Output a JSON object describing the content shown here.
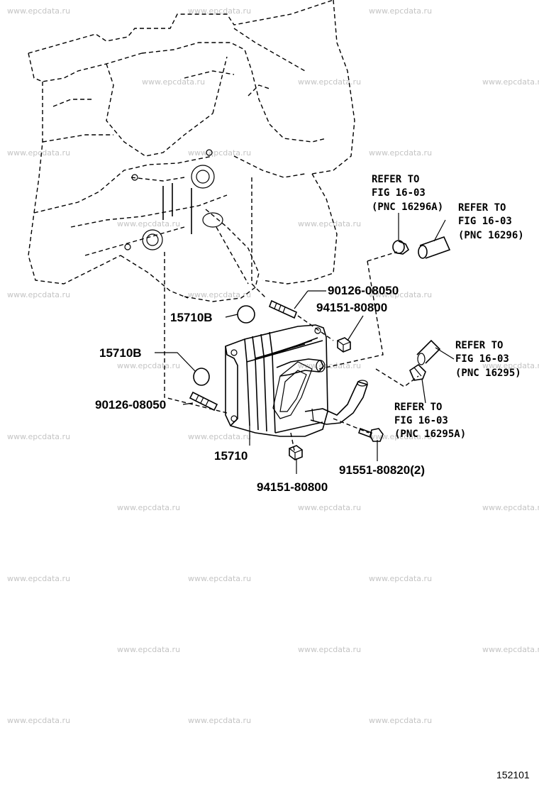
{
  "watermark": "www.epcdata.ru",
  "figure_number": "152101",
  "callouts": {
    "p_90126_upper": "90126-08050",
    "p_94151_upper": "94151-80800",
    "p_15710b_upper": "15710B",
    "p_15710b_lower": "15710B",
    "p_90126_lower": "90126-08050",
    "p_15710": "15710",
    "p_94151_lower": "94151-80800",
    "p_91551": "91551-80820(2)"
  },
  "references": {
    "r1": {
      "line1": "REFER TO",
      "line2": "FIG 16-03",
      "line3": "(PNC 16296A)"
    },
    "r2": {
      "line1": "REFER TO",
      "line2": "FIG 16-03",
      "line3": "(PNC 16296)"
    },
    "r3": {
      "line1": "REFER TO",
      "line2": "FIG 16-03",
      "line3": "(PNC 16295)"
    },
    "r4": {
      "line1": "REFER TO",
      "line2": "FIG 16-03",
      "line3": "(PNC 16295A)"
    }
  }
}
